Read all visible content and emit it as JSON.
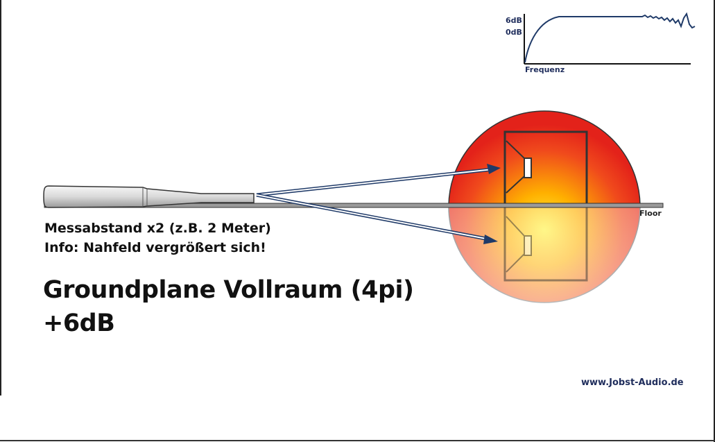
{
  "mini_chart": {
    "y_tick_top": "6dB",
    "y_tick_bottom": "0dB",
    "x_label": "Frequenz",
    "curve_color": "#1f3a68"
  },
  "floor_label": "Floor",
  "measurement": {
    "line1": "Messabstand x2 (z.B. 2 Meter)",
    "line2": "Info: Nahfeld vergrößert sich!"
  },
  "headline": {
    "line1": "Groundplane Vollraum (4pi)",
    "line2": "+6dB"
  },
  "footer_url": "www.Jobst-Audio.de",
  "colors": {
    "sphere_center": "#ffef3a",
    "sphere_edge": "#e8241b",
    "arrow": "#1f3a68",
    "ink": "#111111"
  }
}
